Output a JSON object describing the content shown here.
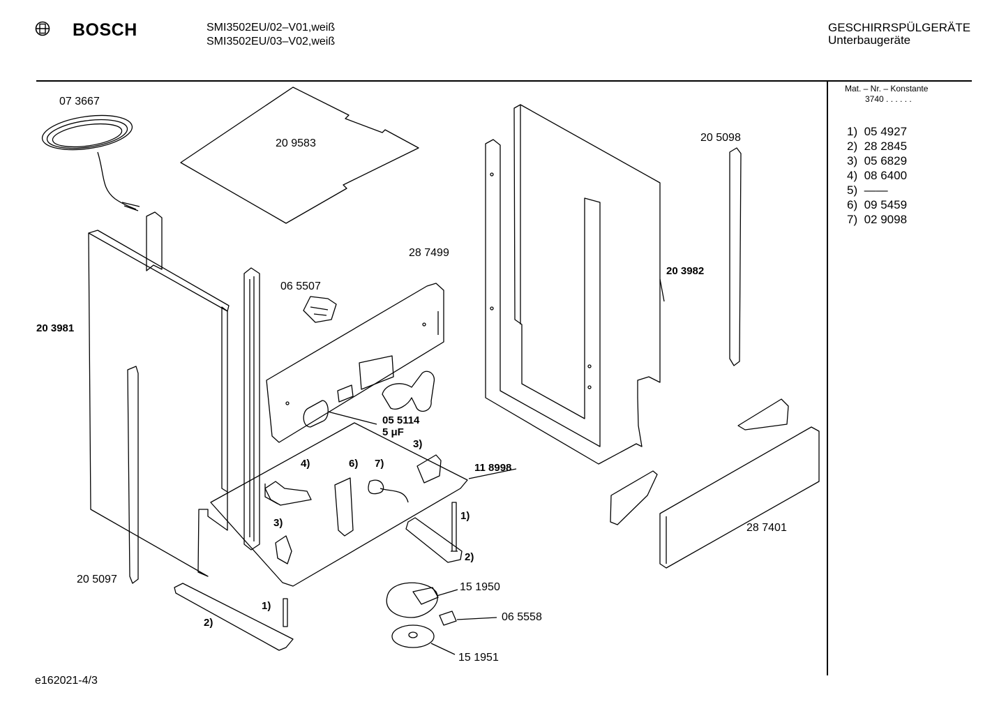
{
  "header": {
    "brand": "BOSCH",
    "models": [
      "SMI3502EU/02–V01,weiß",
      "SMI3502EU/03–V02,weiß"
    ],
    "category": [
      "GESCHIRRSPÜLGERÄTE",
      "Unterbaugeräte"
    ]
  },
  "sidebar": {
    "heading": "Mat. – Nr. – Konstante",
    "konstante": "3740 .  .  .  .  .  .",
    "parts": [
      {
        "num": "1)",
        "code": "05 4927"
      },
      {
        "num": "2)",
        "code": "28 2845"
      },
      {
        "num": "3)",
        "code": "05 6829"
      },
      {
        "num": "4)",
        "code": "08 6400"
      },
      {
        "num": "5)",
        "code": "——"
      },
      {
        "num": "6)",
        "code": "09 5459"
      },
      {
        "num": "7)",
        "code": "02 9098"
      }
    ]
  },
  "labels": {
    "l073667": "07 3667",
    "l209583": "20 9583",
    "l205098": "20 5098",
    "l287499": "28 7499",
    "l065507": "06 5507",
    "l203981": "20 3981",
    "l203982": "20 3982",
    "l055114": "05 5114",
    "l5uf": "5 μF",
    "l118998": "11 8998",
    "l287401": "28 7401",
    "l205097": "20 5097",
    "l151950": "15 1950",
    "l065558": "06 5558",
    "l151951": "15 1951",
    "n4": "4)",
    "n6": "6)",
    "n7": "7)",
    "n3a": "3)",
    "n3b": "3)",
    "n1a": "1)",
    "n1b": "1)",
    "n2a": "2)",
    "n2b": "2)"
  },
  "footer": {
    "code": "e162021-4/3"
  }
}
